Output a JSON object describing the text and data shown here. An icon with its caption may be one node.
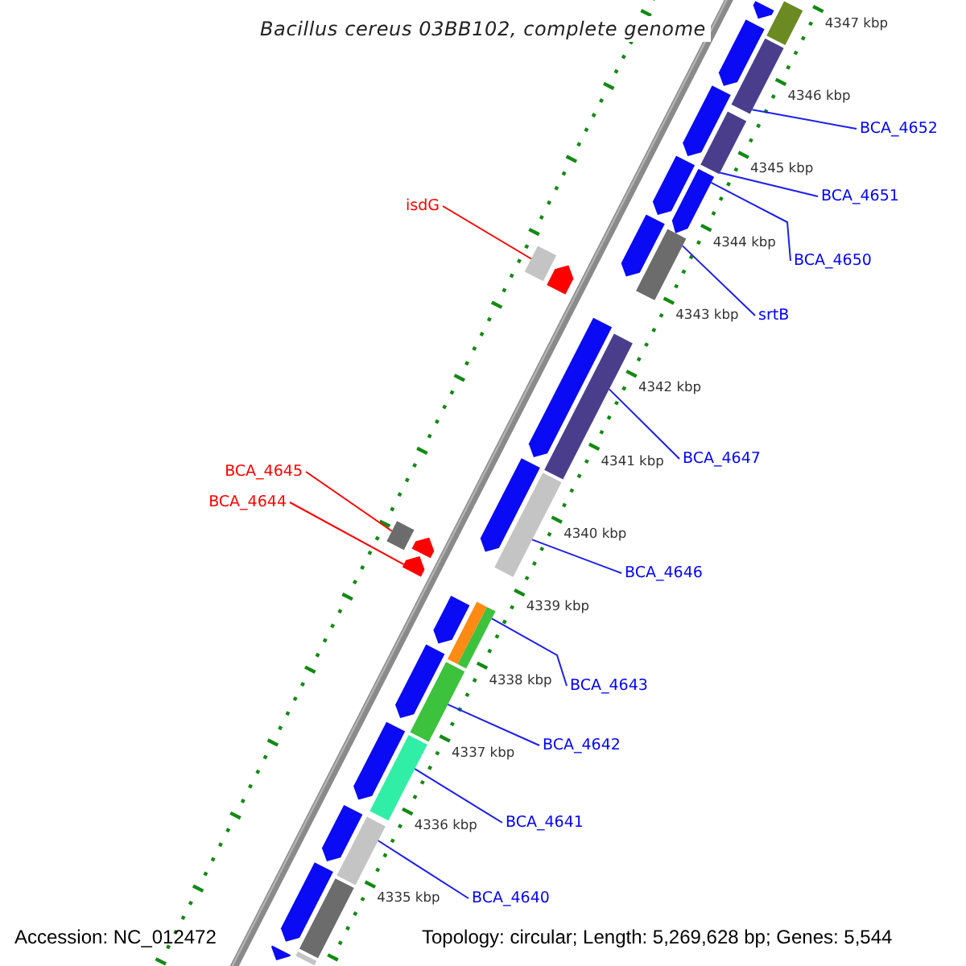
{
  "diagram": {
    "title": "Bacillus cereus 03BB102, complete genome",
    "nodes": [
      {
        "text": [
          "BCA_4652"
        ]
      },
      {
        "text": [],
        "shape": "box"
      },
      {
        "text": [
          "BCA_4651"
        ]
      },
      {
        "text": [],
        "shape": "box"
      },
      {
        "text": [
          "isdG"
        ]
      },
      {
        "text": [],
        "shape": "box"
      },
      {
        "text": [
          "BCA_4650"
        ]
      },
      {
        "text": [],
        "shape": "pentagon"
      },
      {
        "text": [
          "srtB"
        ]
      },
      {
        "text": [],
        "shape": "box"
      },
      {
        "text": [
          "BCA_4647"
        ]
      },
      {
        "text": [],
        "shape": "box"
      },
      {
        "text": [
          "BCA_4645"
        ]
      },
      {
        "text": [],
        "shape": "box"
      },
      {
        "text": [
          "BCA_4644"
        ]
      },
      {
        "text": [],
        "shape": "pentagon"
      },
      {
        "text": [
          "BCA_4646"
        ]
      },
      {
        "text": [],
        "shape": "box"
      },
      {
        "text": [
          "BCA_4643"
        ]
      },
      {
        "text": [],
        "shape": "box"
      },
      {
        "text": [
          "BCA_4642"
        ]
      },
      {
        "text": [],
        "shape": "box"
      },
      {
        "text": [
          "BCA_4641"
        ]
      },
      {
        "text": [],
        "shape": "box"
      },
      {
        "text": [
          "BCA_4640"
        ]
      },
      {
        "text": [],
        "shape": "box"
      },
      {
        "text": [],
        "shape": "pentagon"
      },
      {
        "text": [],
        "shape": "box"
      },
      {
        "text": [],
        "shape": "pentagon"
      },
      {
        "text": [],
        "shape": "pentagon"
      },
      {
        "text": [],
        "shape": "pentagon"
      },
      {
        "text": [],
        "shape": "pentagon"
      },
      {
        "text": [],
        "shape": "pentagon"
      },
      {
        "text": [],
        "shape": "pentagon"
      },
      {
        "text": [],
        "shape": "pentagon"
      },
      {
        "text": [],
        "shape": "pentagon"
      },
      {
        "text": [],
        "shape": "box"
      },
      {
        "text": [],
        "shape": "pentagon"
      },
      {
        "text": [],
        "shape": "pentagon"
      },
      {
        "text": [],
        "shape": "pentagon"
      },
      {
        "text": [],
        "shape": "box"
      },
      {
        "text": [],
        "shape": "pentagon"
      },
      {
        "text": [],
        "shape": "box"
      },
      {
        "text": [],
        "shape": "pentagon"
      }
    ],
    "edges": [
      {
        "from": 0,
        "to": 1,
        "arrow": "none"
      },
      {
        "from": 2,
        "to": 3,
        "arrow": "none"
      },
      {
        "from": 4,
        "to": 5,
        "arrow": "none",
        "color": "#ff0000"
      },
      {
        "from": 6,
        "to": 7,
        "arrow": "none"
      },
      {
        "from": 8,
        "to": 9,
        "arrow": "none"
      },
      {
        "from": 10,
        "to": 11,
        "arrow": "none"
      },
      {
        "from": 12,
        "to": 13,
        "arrow": "none",
        "color": "#ff0000"
      },
      {
        "from": 14,
        "to": 15,
        "arrow": "none",
        "color": "#ff0000"
      },
      {
        "from": 16,
        "to": 17,
        "arrow": "none"
      },
      {
        "from": 18,
        "to": 19,
        "arrow": "none"
      },
      {
        "from": 20,
        "to": 21,
        "arrow": "none"
      },
      {
        "from": 22,
        "to": 23,
        "arrow": "none"
      },
      {
        "from": 24,
        "to": 25,
        "arrow": "none"
      }
    ],
    "labels": [
      "4347 kbp",
      "4346 kbp",
      "4345 kbp",
      "4344 kbp",
      "4343 kbp",
      "4342 kbp",
      "4341 kbp",
      "4340 kbp",
      "4339 kbp",
      "4338 kbp",
      "4337 kbp",
      "4336 kbp",
      "4335 kbp",
      "Accession: NC_012472",
      "Topology: circular; Length: 5,269,628 bp; Genes: 5,544"
    ]
  }
}
